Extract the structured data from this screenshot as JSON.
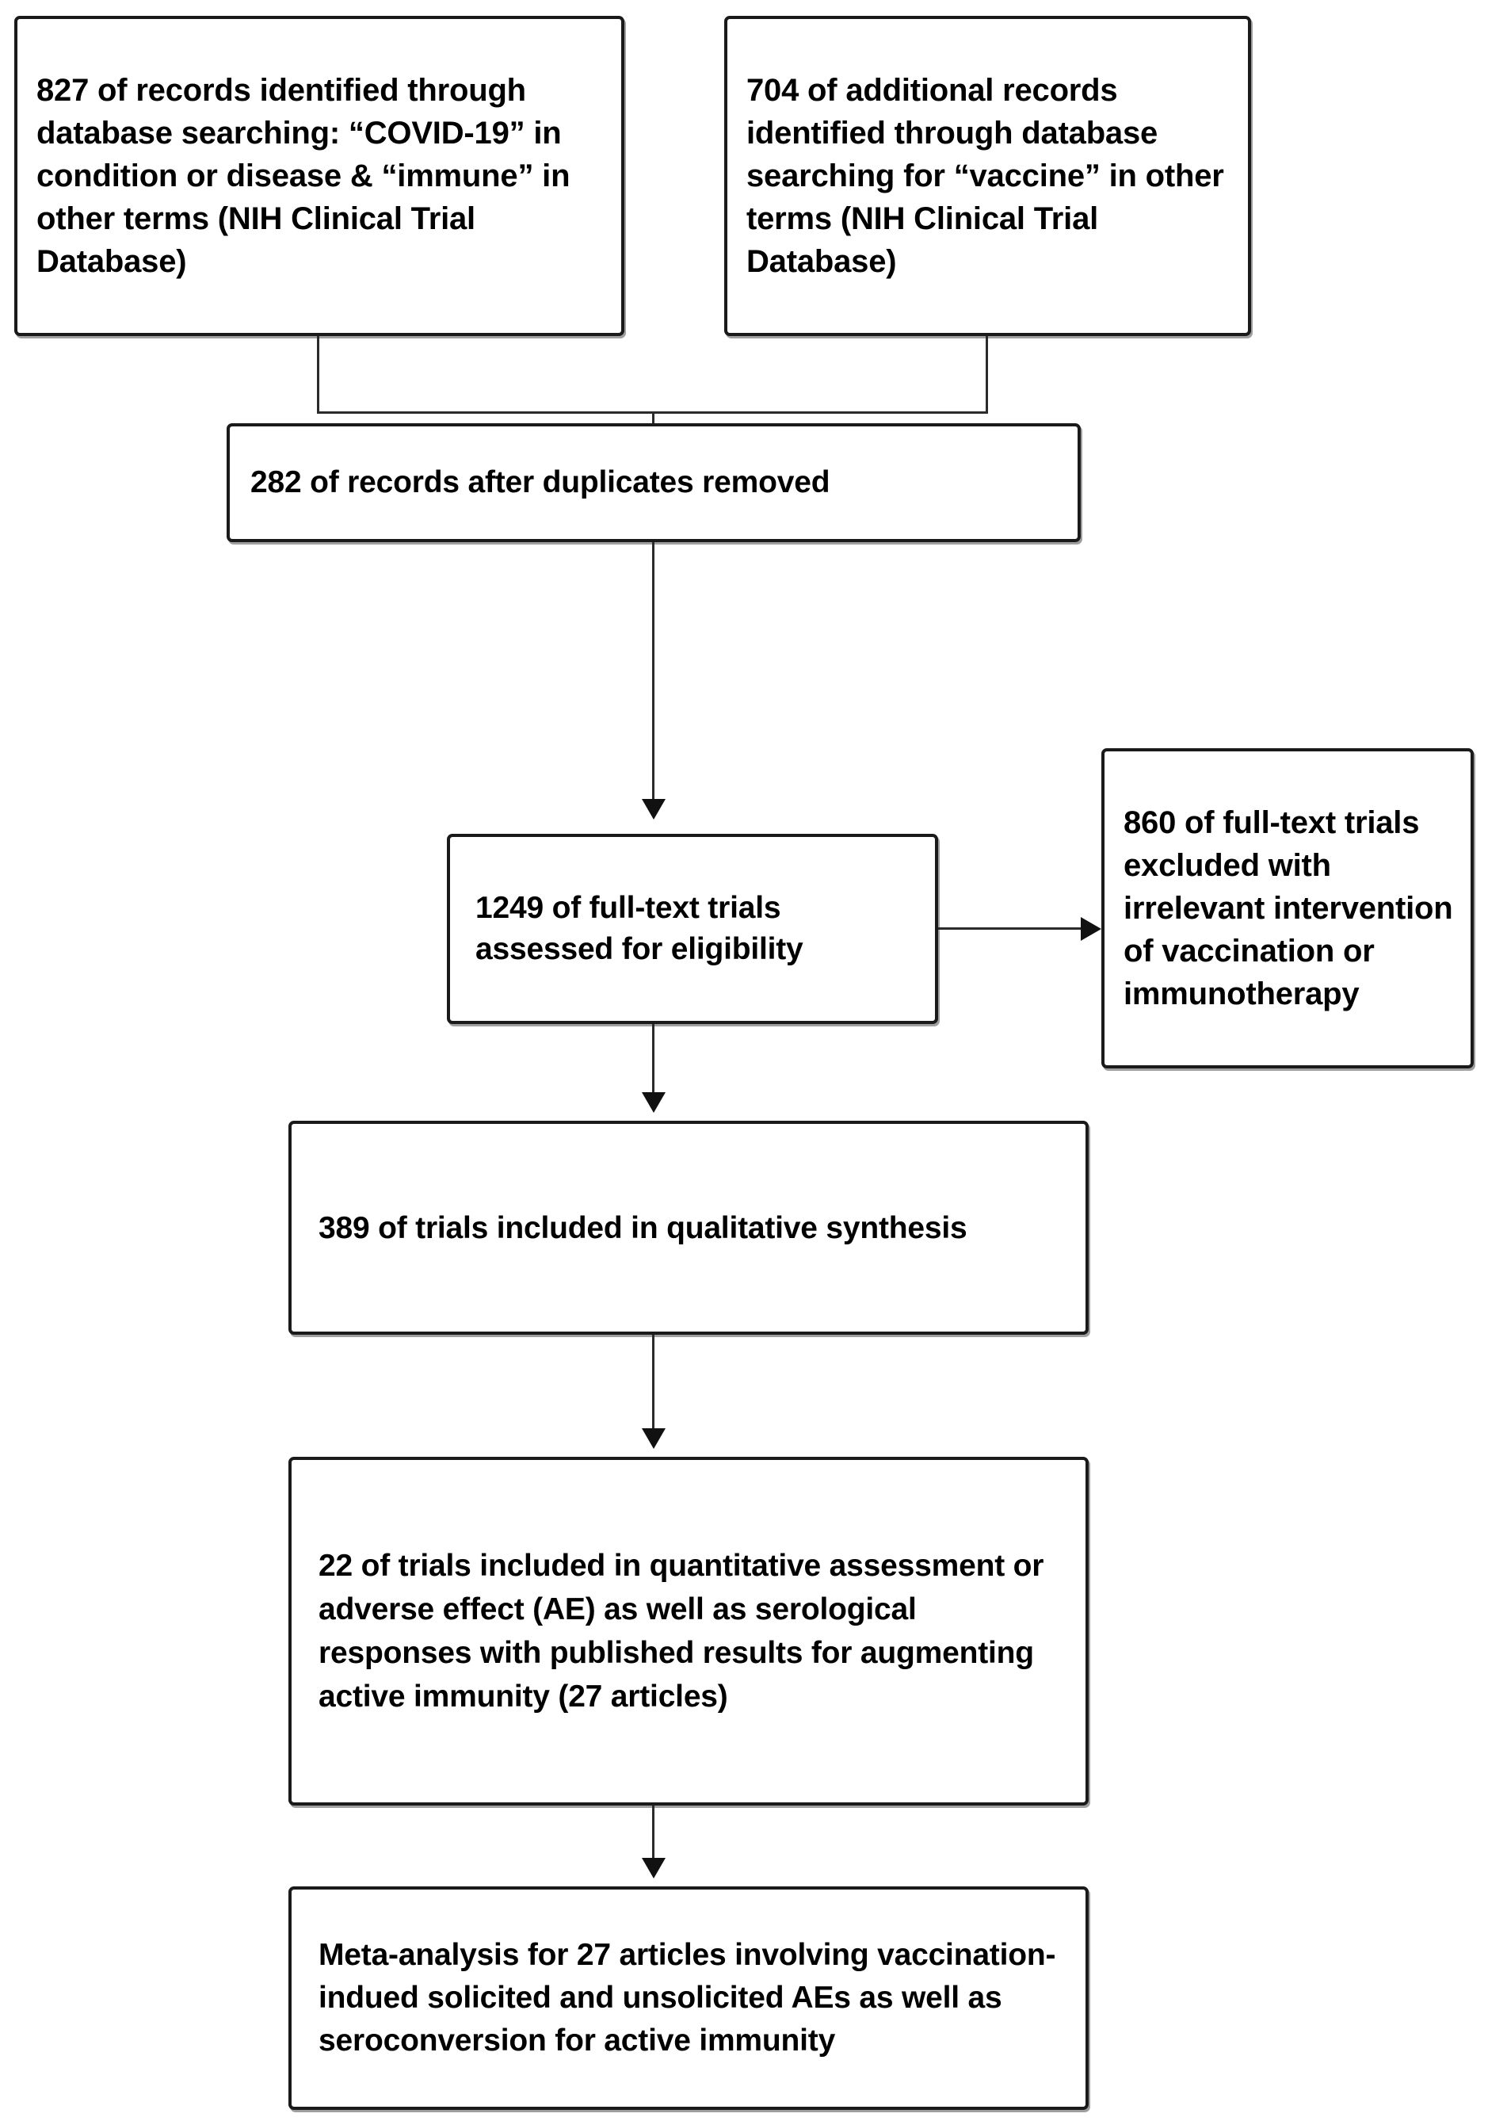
{
  "diagram": {
    "type": "prisma-flow-diagram",
    "title": "",
    "boxes": [
      {
        "id": "identified-primary",
        "count": 827,
        "text": "827 of records identified through database searching: “COVID-19” in condition or disease & “immune” in other terms (NIH Clinical Trial Database)"
      },
      {
        "id": "identified-additional",
        "count": 704,
        "text": "704 of additional records identified through database searching for “vaccine” in other terms (NIH Clinical Trial Database)"
      },
      {
        "id": "duplicates-removed",
        "count": 282,
        "text": "282 of records after duplicates removed"
      },
      {
        "id": "fulltext-assessed",
        "count": 1249,
        "text": "1249 of full-text trials assessed for eligibility"
      },
      {
        "id": "fulltext-excluded",
        "count": 860,
        "text": "860 of full-text trials excluded with irrelevant intervention of vaccination or immunotherapy"
      },
      {
        "id": "qualitative-synthesis",
        "count": 389,
        "text": "389 of trials included in qualitative synthesis"
      },
      {
        "id": "quantitative-assessment",
        "count": 22,
        "text": "22 of trials included in quantitative assessment or adverse effect (AE) as well as serological responses with published results for augmenting active immunity (27 articles)"
      },
      {
        "id": "meta-analysis",
        "count": 27,
        "text": "Meta-analysis for 27 articles involving vaccination-indued solicited and unsolicited AEs as well as seroconversion for active immunity"
      }
    ],
    "connectors": [
      {
        "from": "identified-primary",
        "to": "duplicates-removed",
        "style": "merge-arrow-down"
      },
      {
        "from": "identified-additional",
        "to": "duplicates-removed",
        "style": "merge-arrow-down"
      },
      {
        "from": "duplicates-removed",
        "to": "fulltext-assessed",
        "style": "arrow-down"
      },
      {
        "from": "fulltext-assessed",
        "to": "fulltext-excluded",
        "style": "arrow-right"
      },
      {
        "from": "fulltext-assessed",
        "to": "qualitative-synthesis",
        "style": "arrow-down"
      },
      {
        "from": "qualitative-synthesis",
        "to": "quantitative-assessment",
        "style": "arrow-down"
      },
      {
        "from": "quantitative-assessment",
        "to": "meta-analysis",
        "style": "arrow-down"
      }
    ],
    "colors": {
      "background": "#ffffff",
      "box_border": "#1a1a1a",
      "box_fill": "#ffffff",
      "text": "#000000",
      "connector": "#2b2b2b"
    }
  }
}
